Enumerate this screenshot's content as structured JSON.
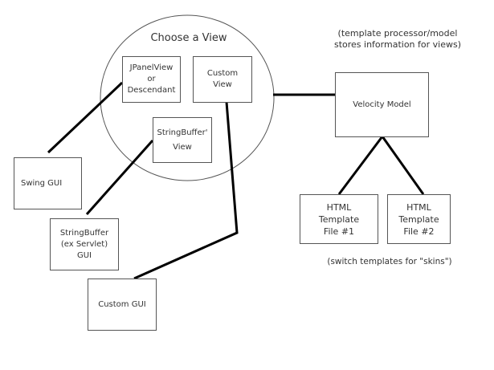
{
  "diagram": {
    "title": "Choose a View",
    "notes": {
      "model_note": "(template processor/model\nstores information for views)",
      "skins_note": "(switch templates for \"skins\")"
    },
    "nodes": {
      "jpanel_view": "JPanelView\nor\nDescendant",
      "custom_view": "Custom\nView",
      "stringbuffer_view": "StringBuffer'\nView",
      "swing_gui": "Swing GUI",
      "stringbuffer_gui": "StringBuffer\n(ex Servlet)\nGUI",
      "custom_gui": "Custom GUI",
      "velocity_model": "Velocity Model",
      "html_template_1": "HTML\nTemplate\nFile #1",
      "html_template_2": "HTML\nTemplate\nFile #2"
    },
    "edges": [
      {
        "from": "swing_gui",
        "to": "jpanel_view"
      },
      {
        "from": "stringbuffer_gui",
        "to": "stringbuffer_view"
      },
      {
        "from": "custom_gui",
        "to": "custom_view"
      },
      {
        "from": "choose_a_view",
        "to": "velocity_model"
      },
      {
        "from": "velocity_model",
        "to": "html_template_1"
      },
      {
        "from": "velocity_model",
        "to": "html_template_2"
      }
    ],
    "colors": {
      "line": "#000000",
      "border": "#555555",
      "text": "#333333"
    }
  }
}
